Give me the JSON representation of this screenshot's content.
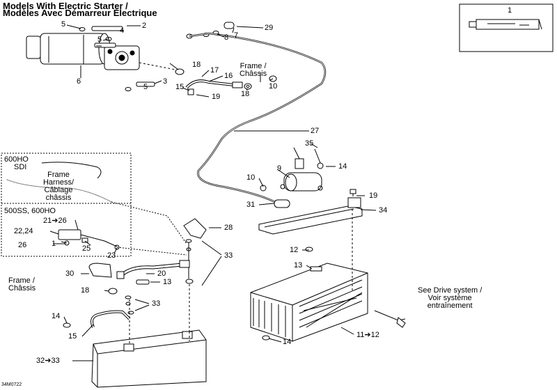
{
  "title": {
    "line1": "Models With Electric Starter /",
    "line2": "Modèles Avec Démarreur Électrique"
  },
  "notes": {
    "frame_chassis_top": [
      "Frame /",
      "Châssis"
    ],
    "frame_chassis_left": [
      "Frame /",
      "Châssis"
    ],
    "inset_600ho_sdi": [
      "600HO",
      "SDI"
    ],
    "frame_harness": [
      "Frame",
      "Harness/",
      "Câblage",
      "châssis"
    ],
    "inset_500ss_600ho": "500SS, 600HO",
    "see_drive_system": [
      "See Drive system /",
      "Voir système",
      "entraînement"
    ]
  },
  "callouts": {
    "c1": "1",
    "c2": "2",
    "c3": "3",
    "c4": "4",
    "c5a": "5",
    "c5b": "5",
    "c5c": "5",
    "c6": "6",
    "c7": "7",
    "c8": "8",
    "c29": "29",
    "c18a": "18",
    "c17": "17",
    "c16": "16",
    "c15a": "15",
    "c19a": "19",
    "c18b": "18",
    "c10a": "10",
    "c27": "27",
    "c35": "35",
    "c14a": "14",
    "c9": "9",
    "c10b": "10",
    "c31": "31",
    "c19b": "19",
    "c34": "34",
    "c28": "28",
    "c33a": "33",
    "c12": "12",
    "c13a": "13",
    "c30": "30",
    "c20": "20",
    "c18c": "18",
    "c13b": "13",
    "c33b": "33",
    "c14b": "14",
    "c15b": "15",
    "c32": "32➔33",
    "c14c": "14",
    "c11": "11➔12",
    "c21": "21➔26",
    "c22": "22,24",
    "c26": "26",
    "c1b": "1",
    "c25": "25",
    "c23": "23"
  },
  "drawing_code": "34M0722"
}
